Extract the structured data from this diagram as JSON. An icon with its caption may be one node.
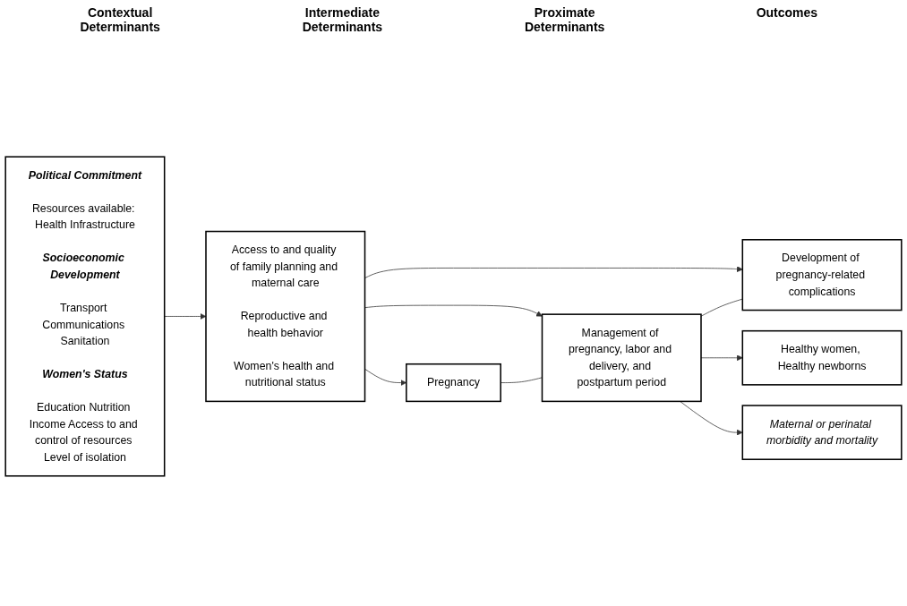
{
  "diagram": {
    "nodes": [
      {
        "text": [
          "Political Commitment",
          "Resources available: Health Infrastructure",
          "Socioeconomic Development",
          "Transport Communications Sanitation",
          "Women's Status",
          "Education Nutrition Income Access to and control of resources Level of isolation"
        ]
      },
      {
        "text": [
          "Access to and quality of family planning and maternal care",
          "Reproductive and health behavior",
          "Women's health and nutritional status"
        ]
      },
      {
        "text": [
          "Pregnancy"
        ]
      },
      {
        "text": [
          "Management of pregnancy, labor and delivery, and postpartum period"
        ]
      },
      {
        "text": [
          "Development of pregnancy-related complications"
        ]
      },
      {
        "text": [
          "Healthy women, Healthy newborns"
        ]
      },
      {
        "text": [
          "Maternal or perinatal morbidity and mortality"
        ]
      }
    ],
    "edges": [
      {
        "from": 0,
        "to": 1,
        "arrow": "to"
      },
      {
        "from": 1,
        "to": 2,
        "arrow": "to"
      },
      {
        "from": 1,
        "to": 3,
        "arrow": "to"
      },
      {
        "from": 1,
        "to": 4,
        "arrow": "to"
      },
      {
        "from": 2,
        "to": 3,
        "arrow": "none"
      },
      {
        "from": 3,
        "to": 4,
        "arrow": "none"
      },
      {
        "from": 3,
        "to": 5,
        "arrow": "to"
      },
      {
        "from": 3,
        "to": 6,
        "arrow": "to"
      }
    ],
    "labels": [
      "Contextual Determinants",
      "Intermediate Determinants",
      "Proximate Determinants",
      "Outcomes"
    ]
  }
}
